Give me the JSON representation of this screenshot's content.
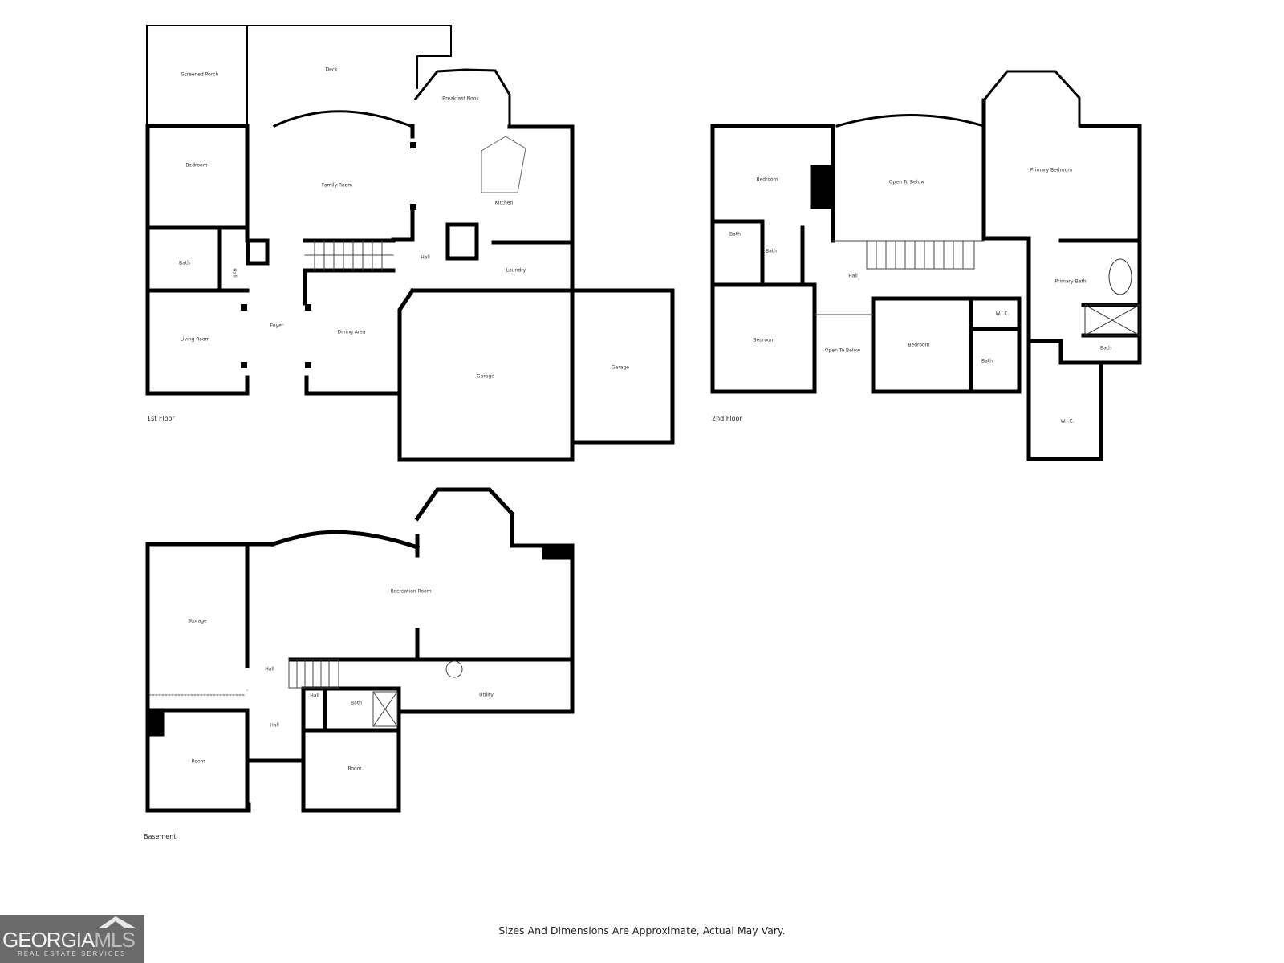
{
  "floors": {
    "first": {
      "label": "1st Floor",
      "rooms": {
        "screened_porch": "Screened Porch",
        "deck": "Deck",
        "breakfast_nook": "Breakfast Nook",
        "bedroom": "Bedroom",
        "family_room": "Family Room",
        "kitchen": "Kitchen",
        "bath": "Bath",
        "hall_vertical": "Hall",
        "hall": "Hall",
        "laundry": "Laundry",
        "living_room": "Living Room",
        "foyer": "Foyer",
        "dining_area": "Dining Area",
        "garage_1": "Garage",
        "garage_2": "Garage"
      }
    },
    "second": {
      "label": "2nd Floor",
      "rooms": {
        "bedroom_1": "Bedroom",
        "open_to_below_1": "Open To Below",
        "primary_bedroom": "Primary Bedroom",
        "bath_1": "Bath",
        "bath_2": "Bath",
        "hall": "Hall",
        "primary_bath": "Primary Bath",
        "wic_1": "W.I.C.",
        "bedroom_2": "Bedroom",
        "open_to_below_2": "Open To Below",
        "bedroom_3": "Bedroom",
        "bath_3": "Bath",
        "bath_4": "Bath",
        "wic_2": "W.I.C."
      }
    },
    "basement": {
      "label": "Basement",
      "rooms": {
        "storage": "Storage",
        "recreation_room": "Recreation Room",
        "hall_1": "Hall",
        "hall_2": "Hall",
        "hall_3": "Hall",
        "bath": "Bath",
        "utility": "Utility",
        "room_1": "Room",
        "room_2": "Room"
      }
    }
  },
  "footer": {
    "disclaimer": "Sizes And Dimensions Are Approximate, Actual May Vary.",
    "logo_main": "GEORGIA",
    "logo_mls": "MLS",
    "logo_sub": "REAL ESTATE SERVICES"
  }
}
